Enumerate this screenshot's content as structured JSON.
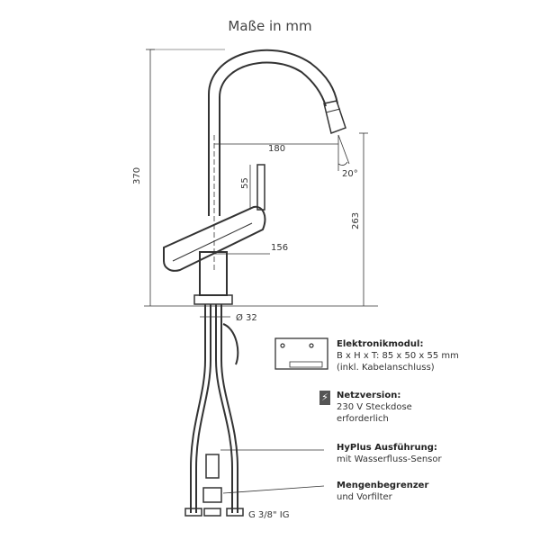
{
  "title": "Maße in mm",
  "dimensions": {
    "height_total": "370",
    "spout_reach": "180",
    "spout_angle": "20°",
    "lever_height": "55",
    "lever_reach": "156",
    "spout_height": "263",
    "base_diameter": "Ø 32",
    "connection": "G 3/8\" IG"
  },
  "module": {
    "label": "Elektronikmodul:",
    "size": "B x H x T: 85 x 50 x 55 mm",
    "note": "(inkl. Kabelanschluss)"
  },
  "power": {
    "label": "Netzversion:",
    "line1": "230 V Steckdose",
    "line2": "erforderlich",
    "icon": "lightning-icon"
  },
  "hyplus": {
    "label": "HyPlus Ausführung:",
    "sub": "mit Wasserfluss-Sensor"
  },
  "limiter": {
    "label": "Mengenbegrenzer",
    "sub": "und Vorfilter"
  }
}
